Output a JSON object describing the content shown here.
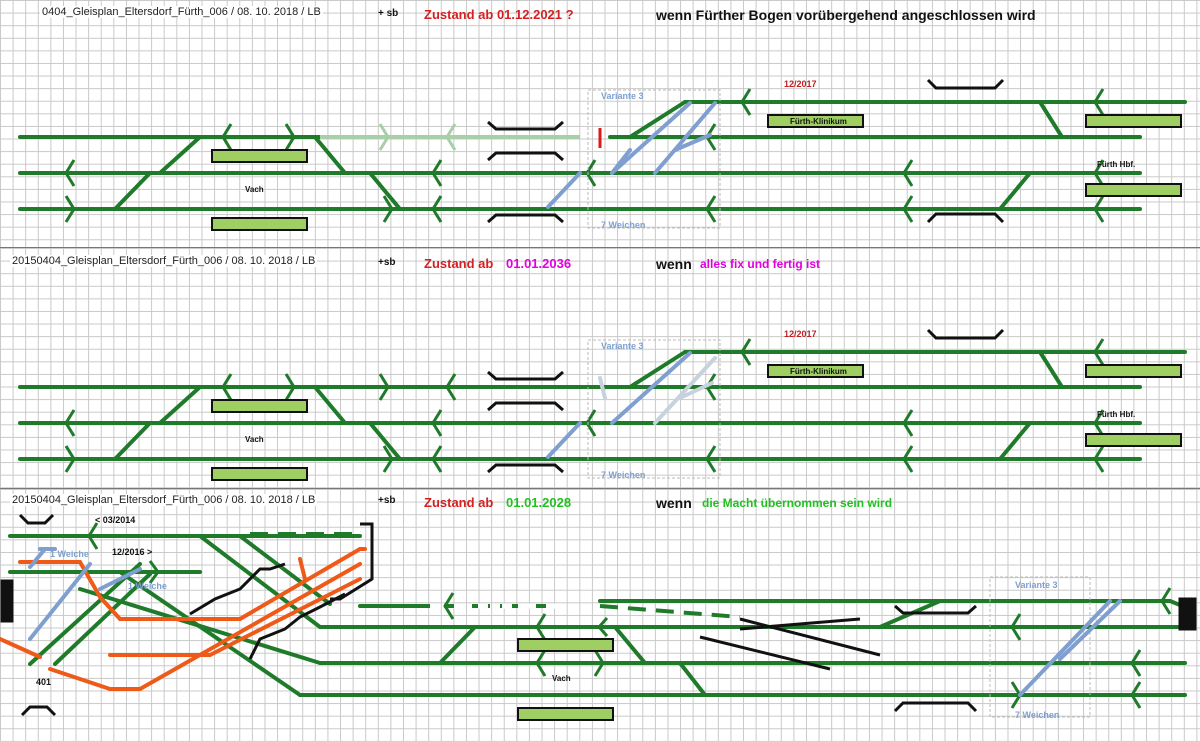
{
  "panels": [
    {
      "file_label": "0404_Gleisplan_Eltersdorf_Fürth_006 / 08. 10. 2018  / LB",
      "sb_label": "+ sb",
      "zustand": "Zustand ab 01.12.2021 ?",
      "date": "",
      "wenn": "wenn Fürther Bogen vorübergehend angeschlossen wird",
      "wenn_sub": "",
      "labels": {
        "variante": "Variante 3",
        "weichen": "7 Weichen",
        "month": "12/2017",
        "klinikum": "Fürth-Klinikum",
        "hbf": "Fürth Hbf.",
        "vach": "Vach"
      }
    },
    {
      "file_label": "20150404_Gleisplan_Eltersdorf_Fürth_006 / 08. 10. 2018  / LB",
      "sb_label": "+sb",
      "zustand": "Zustand ab",
      "date": "01.01.2036",
      "wenn": "wenn",
      "wenn_sub": "alles fix und fertig ist",
      "labels": {
        "variante": "Variante 3",
        "weichen": "7 Weichen",
        "month": "12/2017",
        "klinikum": "Fürth-Klinikum",
        "hbf": "Fürth Hbf.",
        "vach": "Vach"
      }
    },
    {
      "file_label": "20150404_Gleisplan_Eltersdorf_Fürth_006 / 08. 10. 2018  / LB",
      "sb_label": "+sb",
      "zustand": "Zustand ab",
      "date": "01.01.2028",
      "wenn": "wenn",
      "wenn_sub": "die Macht übernommen sein wird",
      "labels": {
        "date_0314": "< 03/2014",
        "date_1216": "12/2016 >",
        "weiche_a": "1 Weiche",
        "weiche_b": "1 Weiche",
        "km": "401",
        "variante": "Variante 3",
        "weichen": "7 Weichen",
        "vach": "Vach"
      }
    }
  ],
  "colors": {
    "track": "#1f7a2a",
    "platform_fill": "#9fcf63",
    "variant": "#7f9fd0",
    "red_buffer": "#dd1a1a",
    "orange": "#f05a18",
    "black": "#111111",
    "grid": "#c8c8c8"
  }
}
